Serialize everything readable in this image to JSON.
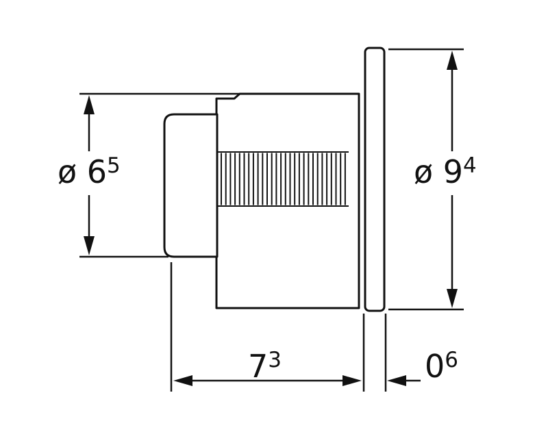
{
  "diagram": {
    "colors": {
      "line": "#111111",
      "background": "#ffffff"
    },
    "labels": {
      "button_diameter": {
        "base": "ø 6",
        "sup": "5"
      },
      "plate_diameter": {
        "base": "ø 9",
        "sup": "4"
      },
      "depth": {
        "base": "7",
        "sup": "3"
      },
      "plate_thickness": {
        "base": "0",
        "sup": "6"
      }
    }
  }
}
